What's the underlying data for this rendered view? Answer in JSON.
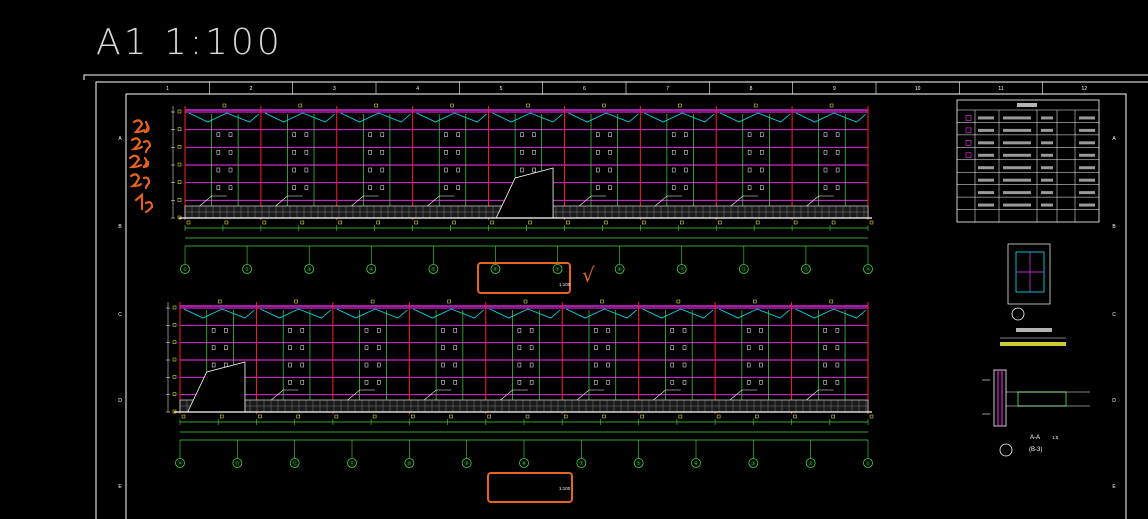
{
  "sheet": {
    "title": "A1 1:100",
    "check_mark": "√"
  },
  "grid_numbers_top": [
    "1",
    "2",
    "3",
    "4",
    "5",
    "6",
    "7",
    "8",
    "9",
    "10",
    "11",
    "12"
  ],
  "grid_letters_side": [
    "A",
    "B",
    "C",
    "D",
    "E"
  ],
  "elevation_top": {
    "axis_labels": [
      "①",
      "②",
      "③",
      "④",
      "⑤",
      "⑥",
      "⑦",
      "⑧",
      "⑪",
      "⑫",
      "⑬",
      "⑭"
    ],
    "scale": "1:100"
  },
  "elevation_bottom": {
    "axis_labels": [
      "⑭",
      "⑬",
      "⑫",
      "⑪",
      "⑩",
      "⑨",
      "⑧",
      "⑦",
      "⑤",
      "④",
      "③",
      "②",
      "①"
    ],
    "scale": "1:100"
  },
  "detail_markers": {
    "section_label": "A-A",
    "section_ref": "(B-3)",
    "section_scale": "1:5"
  },
  "colors": {
    "background": "#000000",
    "frame": "#ffffff",
    "magenta": "#ff30ff",
    "cyan": "#00e5ff",
    "green": "#3fdc3f",
    "yellow": "#ffff40",
    "orange_highlight": "#e8641e",
    "red": "#ff2020"
  }
}
